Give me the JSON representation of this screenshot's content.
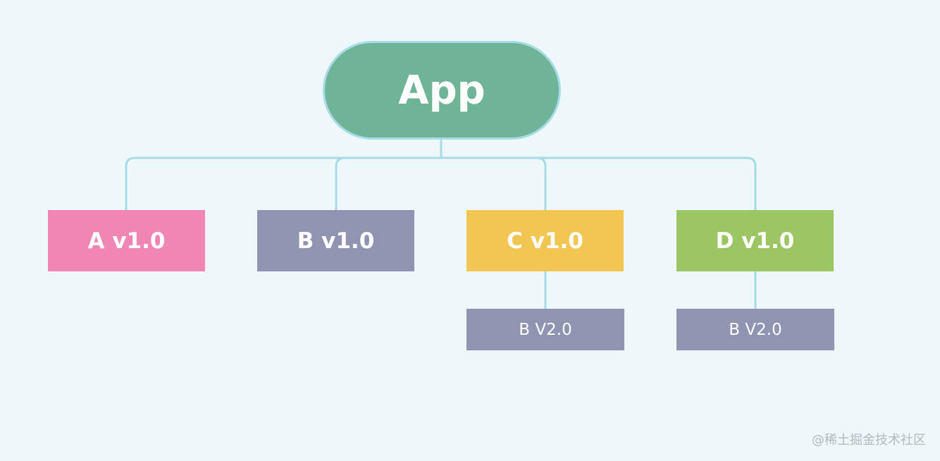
{
  "root": {
    "label": "App"
  },
  "dependencies": [
    {
      "label": "A v1.0",
      "color": "#f186b5"
    },
    {
      "label": "B v1.0",
      "color": "#9194b1"
    },
    {
      "label": "C v1.0",
      "color": "#f2c652",
      "nested": {
        "label": "B V2.0"
      }
    },
    {
      "label": "D v1.0",
      "color": "#9cc663",
      "nested": {
        "label": "B V2.0"
      }
    }
  ],
  "colors": {
    "background": "#eef7fa",
    "root_fill": "#6fb497",
    "connector": "#a6dbe8",
    "nested_fill": "#9194b1"
  },
  "watermark": "@稀土掘金技术社区"
}
